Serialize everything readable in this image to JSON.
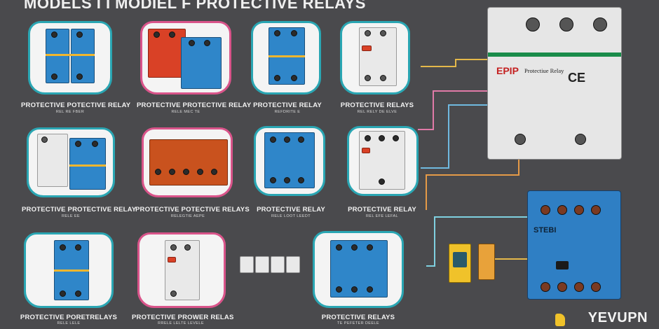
{
  "title": "MODELS I I MODIEL F PROTECTIVE RELAYS",
  "cards": [
    {
      "label": "PROTECTIVE POTECTIVE RELAY",
      "sub": "REL RE FBER"
    },
    {
      "label": "PROTECTIVE PROTECTIVE RELAY",
      "sub": "RELE MEC TE"
    },
    {
      "label": "PROTECTIVE RELAY",
      "sub": "REFDRITE E"
    },
    {
      "label": "PROTECTIVE RELAYS",
      "sub": "REL RELY DE ELVE"
    },
    {
      "label": "PROTECTIVE PROTECTIVE RELAY",
      "sub": "RELE EE"
    },
    {
      "label": "PROTECTIVE POTECTIVE RELAYS",
      "sub": "RELEGTIE AEPE"
    },
    {
      "label": "PROTECTIVE RELAY",
      "sub": "RELE LOOT LEEDT"
    },
    {
      "label": "PROTECTIVE RELAY",
      "sub": "REL EFE LEFAL"
    },
    {
      "label": "PROTECTIVE PORETRELAYS",
      "sub": "RELE LELE"
    },
    {
      "label": "PROTECTIVE PROWER RELAS",
      "sub": "RRELE LELTE LEVELE"
    },
    {
      "label": "PROTECTIVE RELAYS",
      "sub": "TE PEFETER DEELE"
    }
  ],
  "big_relay": {
    "brand": "EPIP",
    "text": "Protectiue Relay",
    "ce": "CE"
  },
  "blue_relay": {
    "brand": "STEBI"
  },
  "logo": {
    "text": "YEVUPN"
  },
  "colors": {
    "accent_teal": "#2aa6b3",
    "accent_pink": "#d9548a",
    "relay_blue": "#2f86c9"
  }
}
